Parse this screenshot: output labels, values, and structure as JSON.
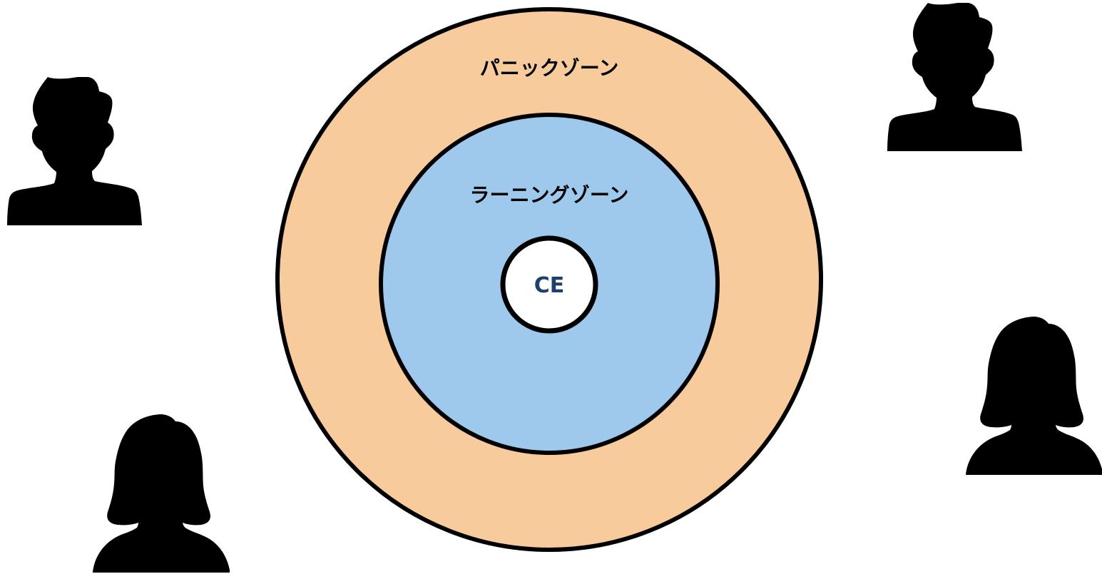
{
  "zones": {
    "outer": {
      "label": "パニックゾーン",
      "fill": "#f8cb9d"
    },
    "middle": {
      "label": "ラーニングゾーン",
      "fill": "#9fc9ec"
    },
    "inner": {
      "label": "CE",
      "fill": "#ffffff",
      "text_color": "#1f3f6e"
    }
  },
  "people": [
    {
      "name": "man-silhouette-top-left",
      "type": "man"
    },
    {
      "name": "man-silhouette-top-right",
      "type": "man"
    },
    {
      "name": "woman-silhouette-bottom-left",
      "type": "woman"
    },
    {
      "name": "woman-silhouette-right",
      "type": "woman"
    }
  ],
  "colors": {
    "stroke": "#000000",
    "silhouette": "#000000"
  }
}
